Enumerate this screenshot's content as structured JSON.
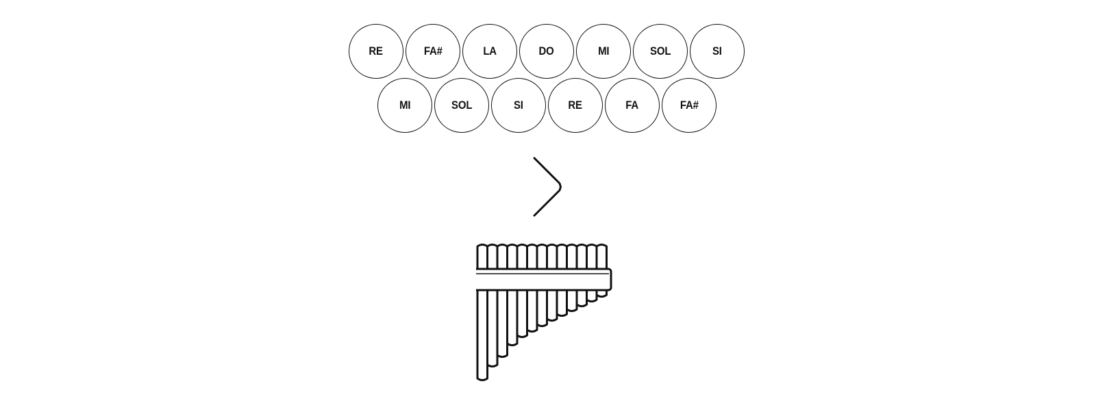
{
  "notes": {
    "row_top": [
      "RE",
      "FA#",
      "LA",
      "DO",
      "MI",
      "SOL",
      "SI"
    ],
    "row_bottom": [
      "MI",
      "SOL",
      "SI",
      "RE",
      "FA",
      "FA#"
    ]
  },
  "icons": {
    "arrow": "chevron-right-icon",
    "instrument": "pan-flute-icon"
  },
  "colors": {
    "stroke": "#111111",
    "background": "#ffffff"
  }
}
